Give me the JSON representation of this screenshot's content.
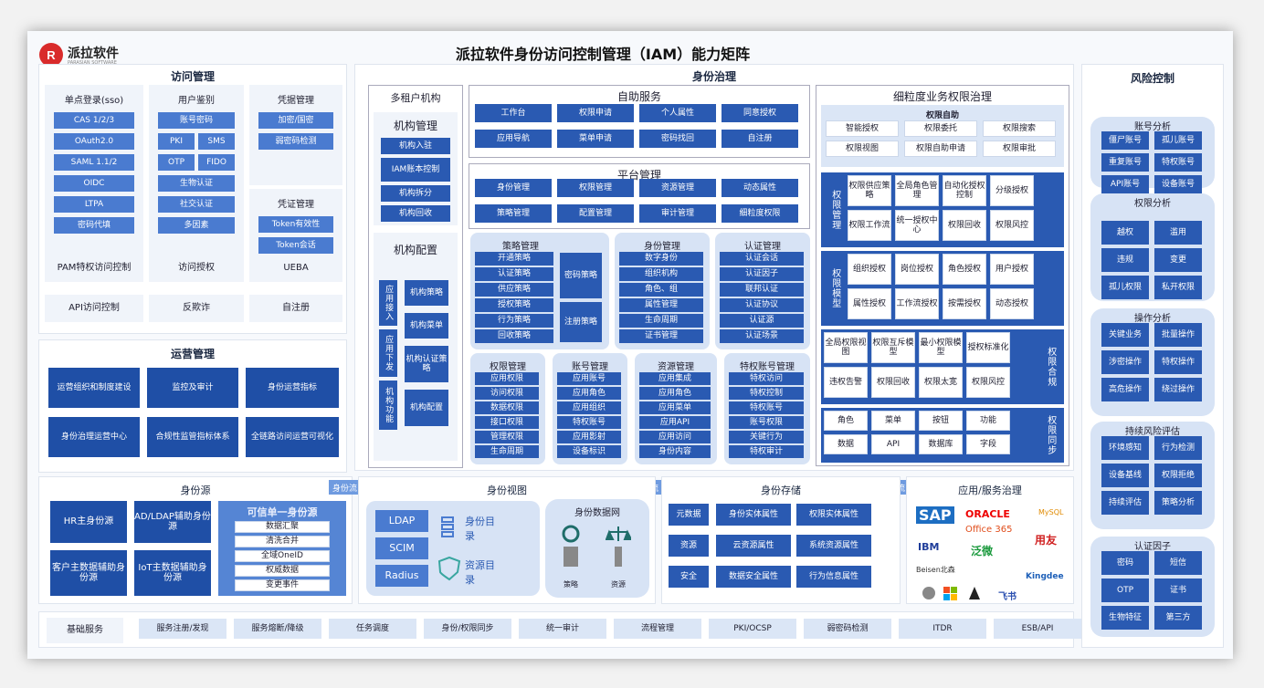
{
  "logo": {
    "name": "派拉软件",
    "sub": "PARASIAN SOFTWARE"
  },
  "title": "派拉软件身份访问控制管理（IAM）能力矩阵",
  "access": {
    "title": "访问管理",
    "col1": {
      "head": "单点登录(sso)",
      "items": [
        "CAS 1/2/3",
        "OAuth2.0",
        "SAML 1.1/2",
        "OIDC",
        "LTPA",
        "密码代填"
      ]
    },
    "col2": {
      "head": "用户鉴别",
      "items": [
        "账号密码",
        "PKI",
        "SMS",
        "OTP",
        "FIDO",
        "生物认证",
        "社交认证",
        "多因素"
      ]
    },
    "col3": {
      "head": "凭据管理",
      "items": [
        "加密/国密",
        "弱密码检测"
      ],
      "head2": "凭证管理",
      "items2": [
        "Token有效性",
        "Token会话"
      ]
    },
    "row2": [
      "PAM特权访问控制",
      "访问授权",
      "UEBA"
    ],
    "row3": [
      "API访问控制",
      "反欺诈",
      "自注册"
    ]
  },
  "ops": {
    "title": "运营管理",
    "items": [
      "运营组织和制度建设",
      "监控及审计",
      "身份运营指标",
      "身份治理运营中心",
      "合规性监管指标体系",
      "全链路访问运营可视化"
    ]
  },
  "gov": {
    "title": "身份治理",
    "tenant": {
      "title": "多租户机构",
      "mgmt": "机构管理",
      "mgmt_items": [
        "机构入驻",
        "IAM账本控制",
        "机构拆分",
        "机构回收"
      ],
      "cfg": "机构配置",
      "cfg_side": [
        "应用接入",
        "应用下发",
        "机构功能"
      ],
      "cfg_items": [
        "机构策略",
        "机构菜单",
        "机构认证策略",
        "机构配置"
      ]
    },
    "self": {
      "title": "自助服务",
      "items": [
        "工作台",
        "权限申请",
        "个人属性",
        "同意授权",
        "应用导航",
        "菜单申请",
        "密码找回",
        "自注册"
      ]
    },
    "platform": {
      "title": "平台管理",
      "items": [
        "身份管理",
        "权限管理",
        "资源管理",
        "动态属性",
        "策略管理",
        "配置管理",
        "审计管理",
        "细粒度权限"
      ]
    },
    "policy": {
      "title": "策略管理",
      "items": [
        "开通策略",
        "认证策略",
        "供应策略",
        "授权策略",
        "行为策略",
        "回收策略"
      ],
      "side": [
        "密码策略",
        "注册策略"
      ]
    },
    "identity": {
      "title": "身份管理",
      "items": [
        "数字身份",
        "组织机构",
        "角色、组",
        "属性管理",
        "生命周期",
        "证书管理"
      ]
    },
    "auth": {
      "title": "认证管理",
      "items": [
        "认证会话",
        "认证因子",
        "联邦认证",
        "认证协议",
        "认证源",
        "认证场景"
      ]
    },
    "perm": {
      "title": "权限管理",
      "items": [
        "应用权限",
        "访问权限",
        "数据权限",
        "接口权限",
        "管理权限",
        "生命周期"
      ]
    },
    "account": {
      "title": "账号管理",
      "items": [
        "应用账号",
        "应用角色",
        "应用组织",
        "特权账号",
        "应用影射",
        "设备标识"
      ]
    },
    "resource": {
      "title": "资源管理",
      "items": [
        "应用集成",
        "应用角色",
        "应用菜单",
        "应用API",
        "应用访问",
        "身份内容"
      ]
    },
    "priv": {
      "title": "特权账号管理",
      "items": [
        "特权访问",
        "特权控制",
        "特权账号",
        "账号权限",
        "关键行为",
        "特权审计"
      ]
    }
  },
  "fine": {
    "title": "细粒度业务权限治理",
    "selfhelp": {
      "title": "权限自助",
      "items": [
        "智能授权",
        "权限委托",
        "权限搜索",
        "权限视图",
        "权限自助申请",
        "权限审批"
      ]
    },
    "b1": {
      "label": "权限管理",
      "items": [
        "权限供应策略",
        "全局角色管理",
        "自动化授权控制",
        "分级授权",
        "权限工作流",
        "统一授权中心",
        "权限回收",
        "权限风控"
      ]
    },
    "b2": {
      "label": "权限模型",
      "items": [
        "组织授权",
        "岗位授权",
        "角色授权",
        "用户授权",
        "属性授权",
        "工作流授权",
        "按需授权",
        "动态授权"
      ]
    },
    "b3": {
      "label": "权限合规",
      "items": [
        "全局权限视图",
        "权限互斥模型",
        "最小权限模型",
        "授权标准化",
        "违权告警",
        "权限回收",
        "权限太宽",
        "权限风控"
      ]
    },
    "b4": {
      "label": "权限同步",
      "items": [
        "角色",
        "菜单",
        "按钮",
        "功能",
        "数据",
        "API",
        "数据库",
        "字段"
      ]
    }
  },
  "risk": {
    "title": "风险控制",
    "g1": {
      "title": "账号分析",
      "items": [
        "僵尸账号",
        "孤儿账号",
        "重复账号",
        "特权账号",
        "API账号",
        "设备账号"
      ]
    },
    "g2": {
      "title": "权限分析",
      "items": [
        "越权",
        "滥用",
        "违规",
        "变更",
        "孤儿权限",
        "私开权限"
      ]
    },
    "g3": {
      "title": "操作分析",
      "items": [
        "关键业务",
        "批量操作",
        "涉密操作",
        "特权操作",
        "高危操作",
        "绕过操作"
      ]
    },
    "g4": {
      "title": "持续风险评估",
      "items": [
        "环境感知",
        "行为检测",
        "设备基线",
        "权限拒绝",
        "持续评估",
        "策略分析"
      ]
    },
    "g5": {
      "title": "认证因子",
      "items": [
        "密码",
        "短信",
        "OTP",
        "证书",
        "生物特征",
        "第三方"
      ]
    }
  },
  "source": {
    "title": "身份源",
    "items": [
      "HR主身份源",
      "AD/LDAP辅助身份源",
      "客户主数据辅助身份源",
      "IoT主数据辅助身份源"
    ],
    "trusted": {
      "title": "可信单一身份源",
      "items": [
        "数据汇聚",
        "清洗合并",
        "全域OneID",
        "权威数据",
        "变更事件"
      ]
    }
  },
  "flow": "身份流",
  "view": {
    "title": "身份视图",
    "items": [
      "LDAP",
      "SCIM",
      "Radius"
    ],
    "dir1": "身份目录",
    "dir2": "资源目录",
    "mesh": "身份数据网",
    "mesh_items": [
      "策略",
      "资源"
    ]
  },
  "store": {
    "title": "身份存储",
    "items": [
      "元数据",
      "身份实体属性",
      "权限实体属性",
      "资源",
      "云资源属性",
      "系统资源属性",
      "安全",
      "数据安全属性",
      "行为信息属性"
    ]
  },
  "apps": {
    "title": "应用/服务治理",
    "logos": [
      "SAP",
      "ORACLE",
      "MySQL",
      "Office 365",
      "用友",
      "IBM",
      "泛微",
      "Beisen北森",
      "Kingdee",
      "飞书"
    ]
  },
  "base": {
    "label": "基础服务",
    "items": [
      "服务注册/发现",
      "服务熔断/降级",
      "任务调度",
      "身份/权限同步",
      "统一审计",
      "流程管理",
      "PKI/OCSP",
      "弱密码检测",
      "ITDR",
      "ESB/API"
    ]
  },
  "colors": {
    "dark": "#2a5ab2",
    "medium": "#4a7bd0",
    "light": "#dbe6f6",
    "logo": "#d92b2b"
  }
}
